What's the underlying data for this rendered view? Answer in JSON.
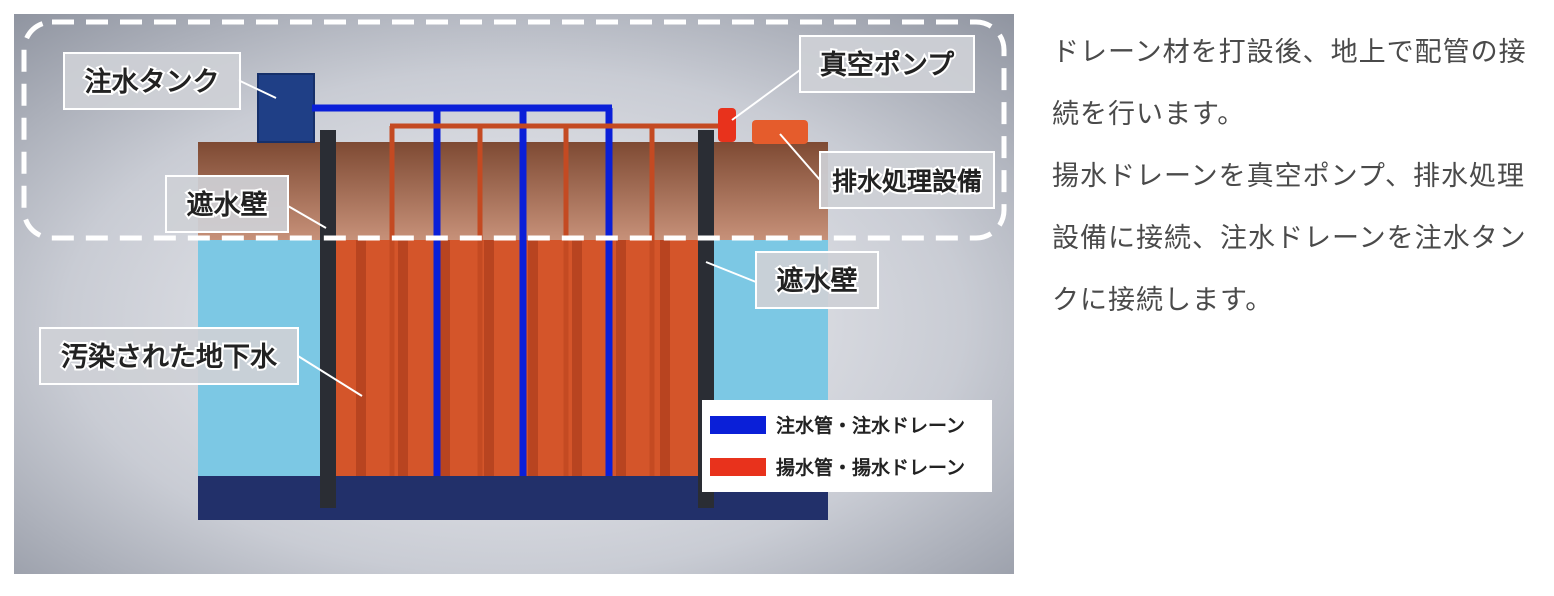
{
  "labels": {
    "water_tank": "注水タンク",
    "vacuum_pump": "真空ポンプ",
    "cutoff_wall_left": "遮水壁",
    "treatment": "排水処理設備",
    "cutoff_wall_right": "遮水壁",
    "groundwater": "汚染された地下水"
  },
  "legend": {
    "injection": "注水管・注水ドレーン",
    "pumping": "揚水管・揚水ドレーン"
  },
  "description": {
    "paragraph1": "ドレーン材を打設後、地上で配管の接続を行います。",
    "paragraph2": "揚水ドレーンを真空ポンプ、排水処理設備に接続、注水ドレーンを注水タンクに接続します。"
  },
  "colors": {
    "injection": "#0a1fd8",
    "pumping": "#e8321c",
    "soil": "#d4552a",
    "groundwater": "#7cc8e4",
    "base": "#22306a"
  }
}
